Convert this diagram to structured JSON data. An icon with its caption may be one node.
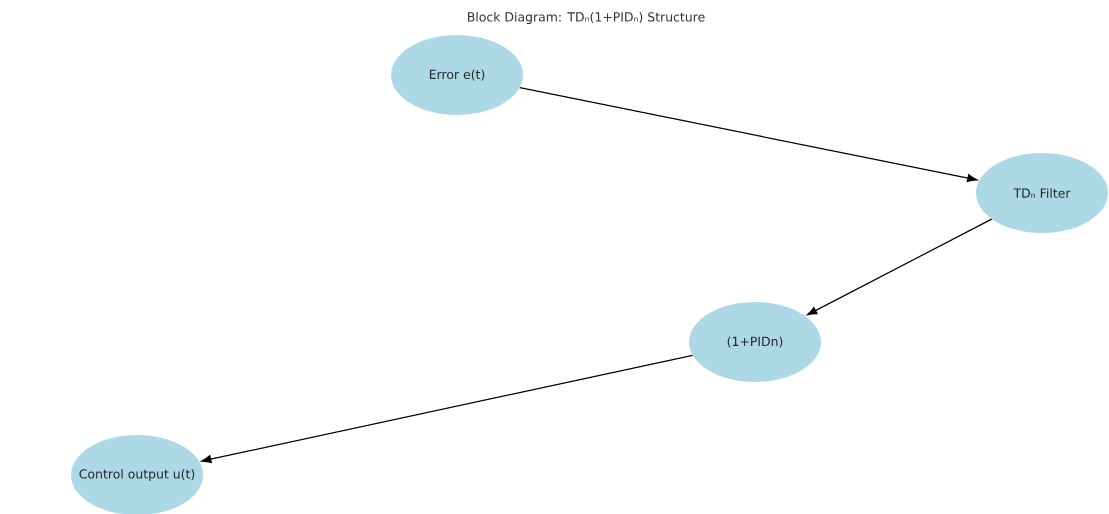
{
  "diagram": {
    "title": "Block Diagram: TDₙ(1+PIDₙ) Structure",
    "nodes": [
      {
        "text": [
          "Error e(t)"
        ]
      },
      {
        "text": [
          "TDₙ Filter"
        ]
      },
      {
        "text": [
          "(1+PIDn)"
        ]
      },
      {
        "text": [
          "Control output u(t)"
        ]
      }
    ],
    "edges": [
      {
        "from": 0,
        "to": 1,
        "arrow": "to"
      },
      {
        "from": 1,
        "to": 2,
        "arrow": "to"
      },
      {
        "from": 2,
        "to": 3,
        "arrow": "to"
      }
    ]
  }
}
